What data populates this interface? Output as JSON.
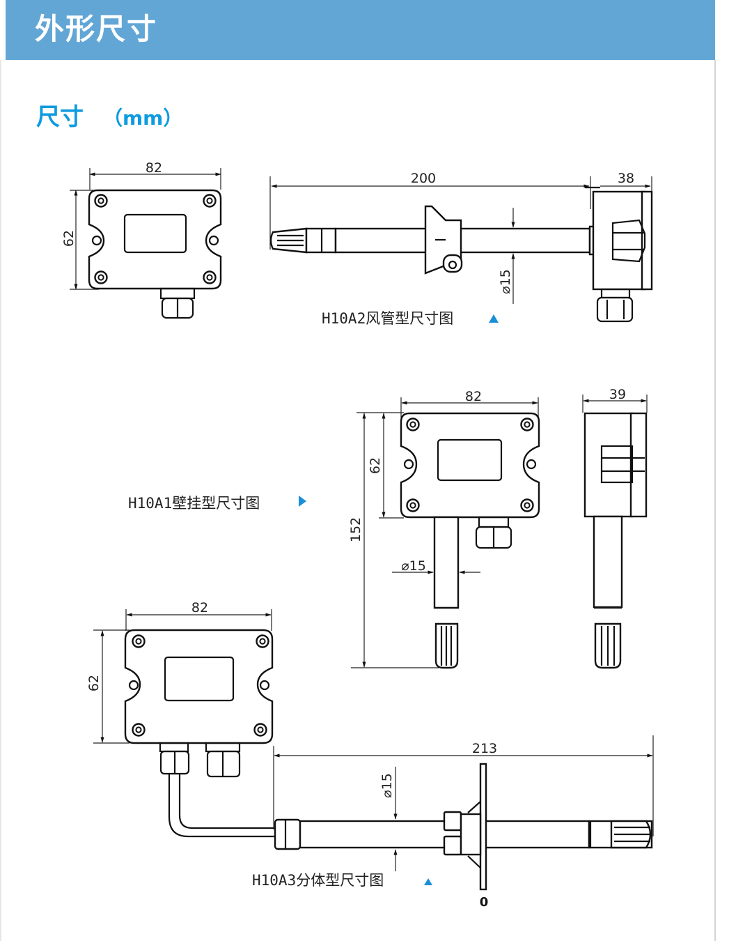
{
  "header": {
    "title": "外形尺寸"
  },
  "section": {
    "title": "尺寸",
    "unit": "（mm）"
  },
  "colors": {
    "header_bg": "#62a6d6",
    "accent_text": "#0e9be0",
    "marker": "#1a8fd8"
  },
  "drawings": {
    "front_box": {
      "width_dim": "82",
      "height_dim": "62"
    },
    "duct": {
      "caption": "H10A2风管型尺寸图",
      "caption_marker": "triangle-up-icon",
      "probe_length_dim": "200",
      "box_depth_dim": "38",
      "probe_diameter_dim": "⌀15"
    },
    "wall": {
      "caption": "H10A1壁挂型尺寸图",
      "caption_marker": "triangle-right-icon",
      "width_dim": "82",
      "box_height_dim": "62",
      "total_height_dim": "152",
      "probe_diameter_dim": "⌀15",
      "side_depth_dim": "39"
    },
    "split": {
      "caption": "H10A3分体型尺寸图",
      "caption_marker": "triangle-up-icon",
      "width_dim": "82",
      "height_dim": "62",
      "probe_length_dim": "213",
      "probe_diameter_dim": "⌀15",
      "flange_label": "0"
    }
  }
}
